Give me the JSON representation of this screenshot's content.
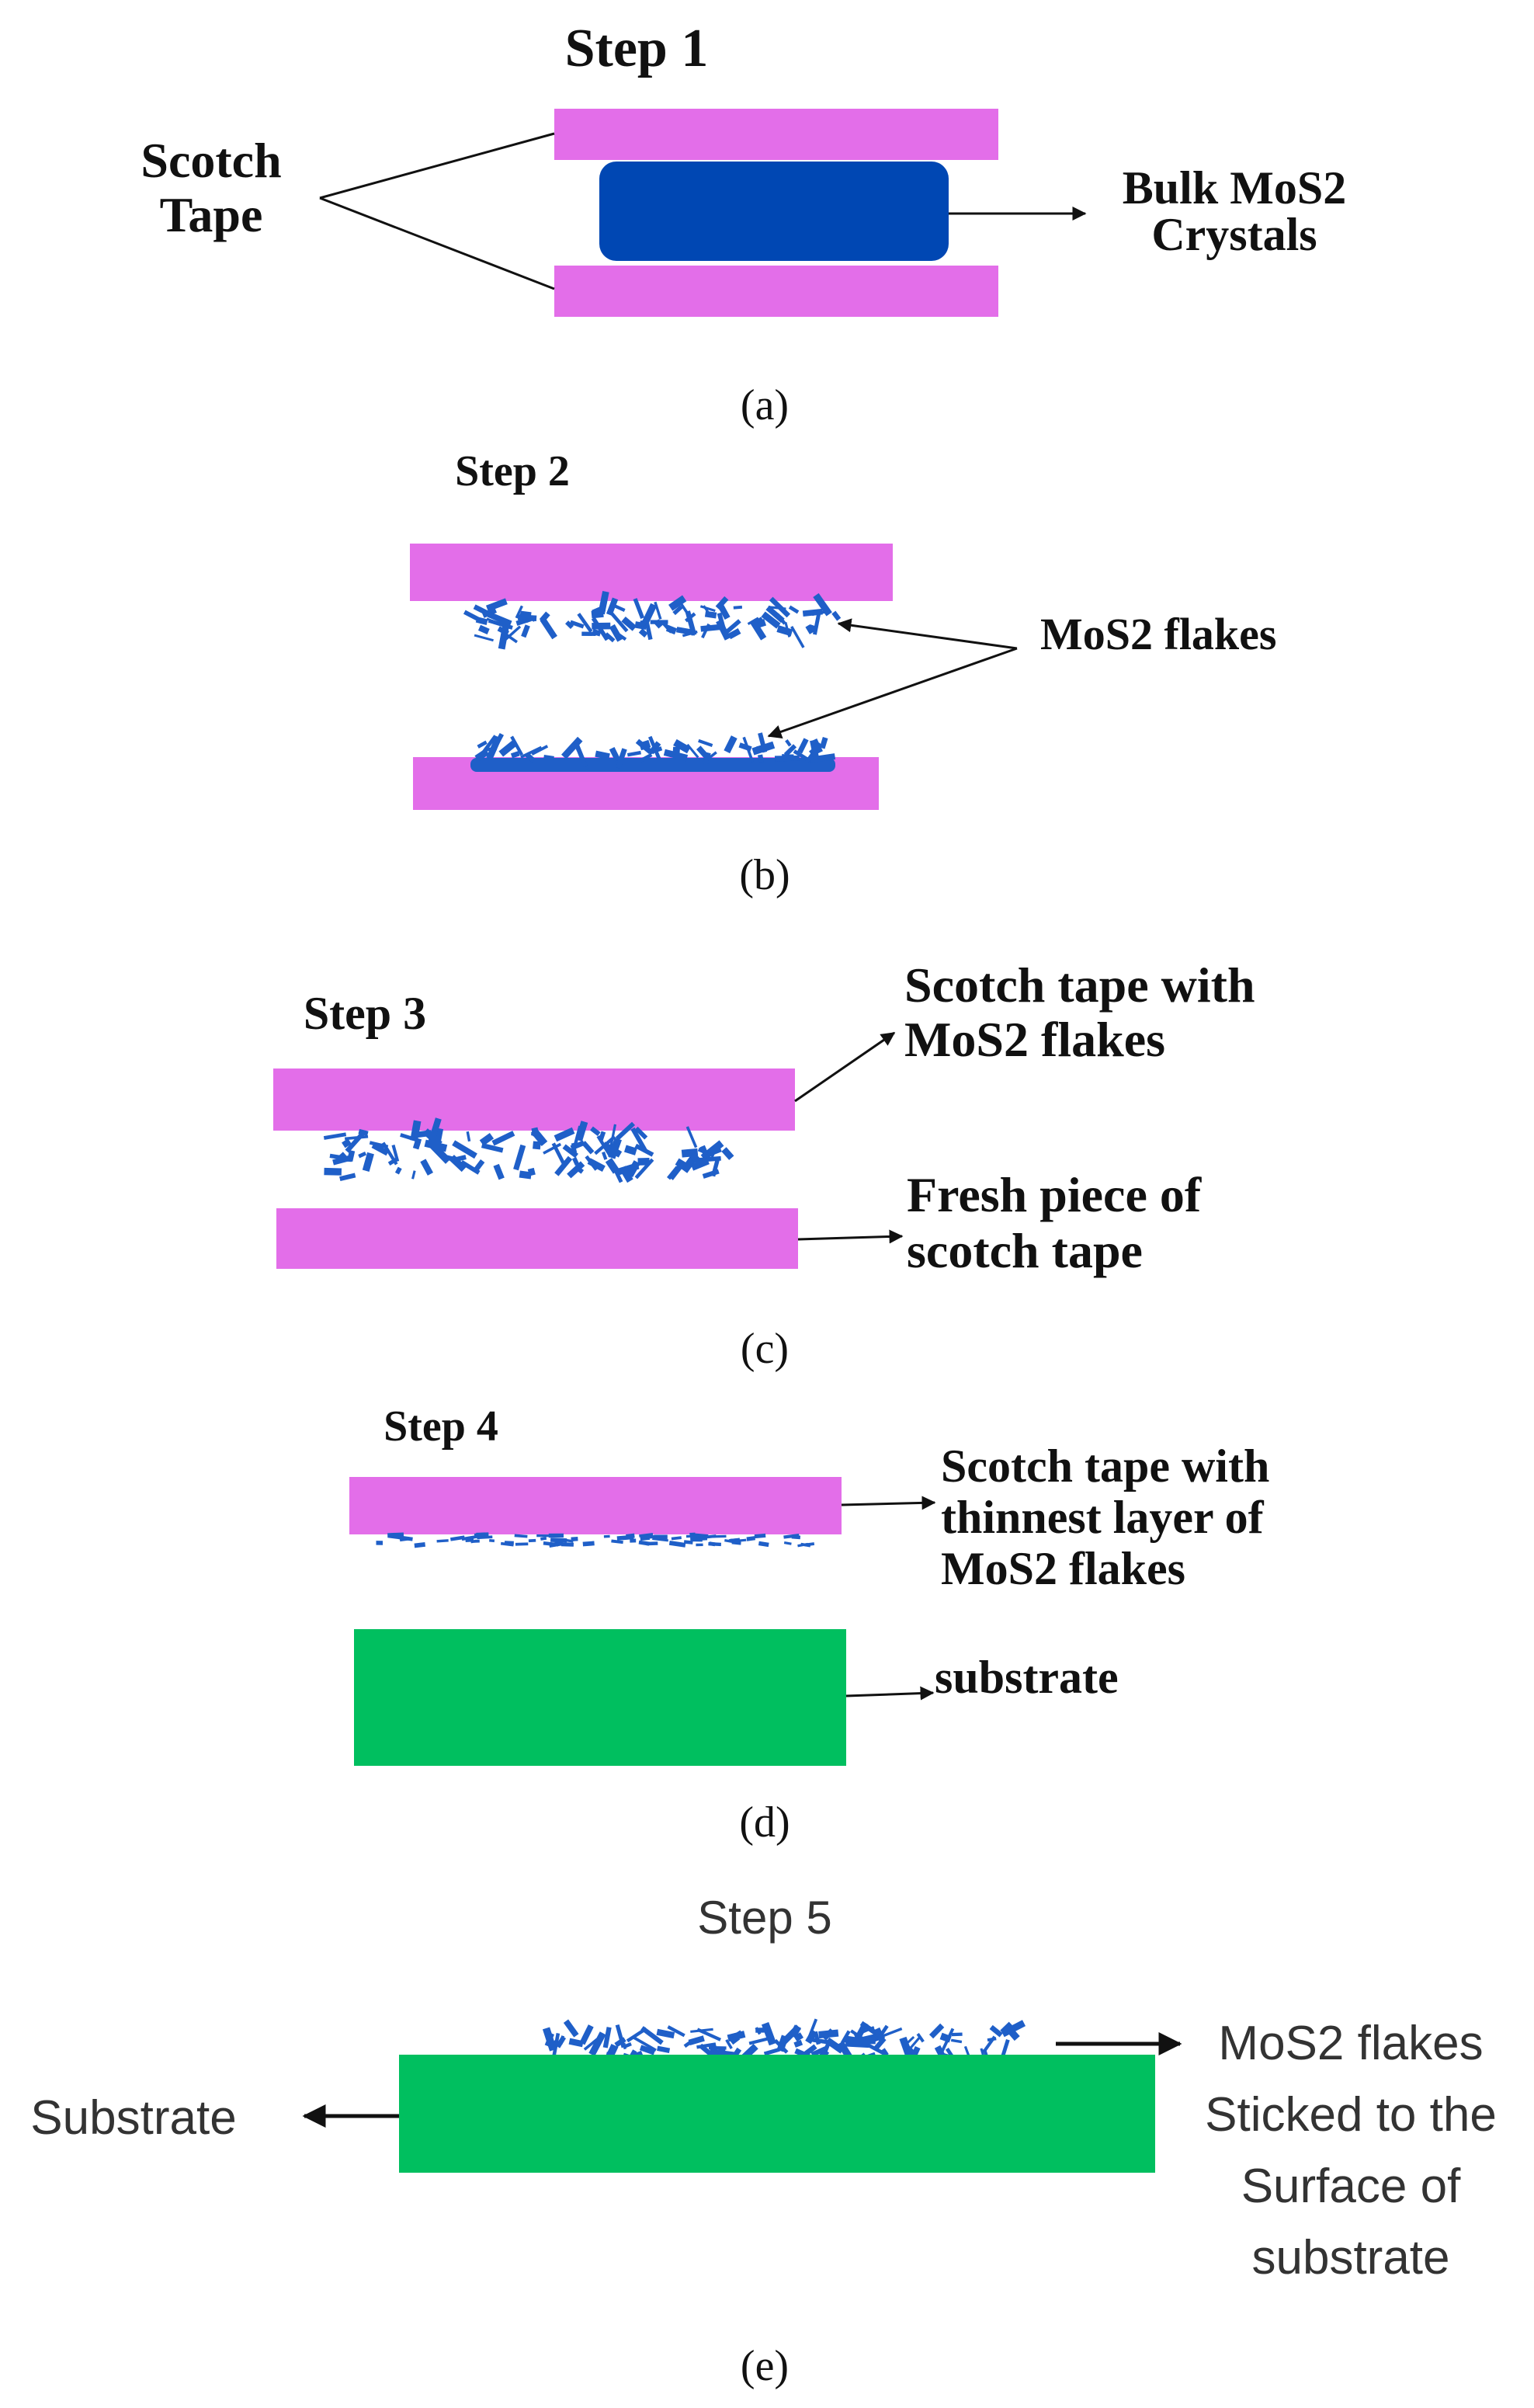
{
  "colors": {
    "tape": "#e36ee9",
    "bulk_crystal": "#0047b3",
    "flakes": "#1f5fc8",
    "substrate": "#00bf5f",
    "arrow": "#111111"
  },
  "panel_a": {
    "step": "Step 1",
    "label_left_line1": "Scotch",
    "label_left_line2": "Tape",
    "label_right_line1": "Bulk MoS2",
    "label_right_line2": "Crystals",
    "caption": "(a)"
  },
  "panel_b": {
    "step": "Step 2",
    "label_right": "MoS2 flakes",
    "caption": "(b)"
  },
  "panel_c": {
    "step": "Step 3",
    "label_top_line1": "Scotch tape with",
    "label_top_line2": "MoS2 flakes",
    "label_bottom_line1": "Fresh piece of",
    "label_bottom_line2": "scotch tape",
    "caption": "(c)"
  },
  "panel_d": {
    "step": "Step 4",
    "label_top_line1": "Scotch tape with",
    "label_top_line2": "thinnest layer of",
    "label_top_line3": "MoS2 flakes",
    "label_bottom": "substrate",
    "caption": "(d)"
  },
  "panel_e": {
    "step": "Step 5",
    "label_left": "Substrate",
    "label_right_line1": "MoS2 flakes",
    "label_right_line2": "Sticked to the",
    "label_right_line3": "Surface of",
    "label_right_line4": "substrate",
    "caption": "(e)"
  }
}
